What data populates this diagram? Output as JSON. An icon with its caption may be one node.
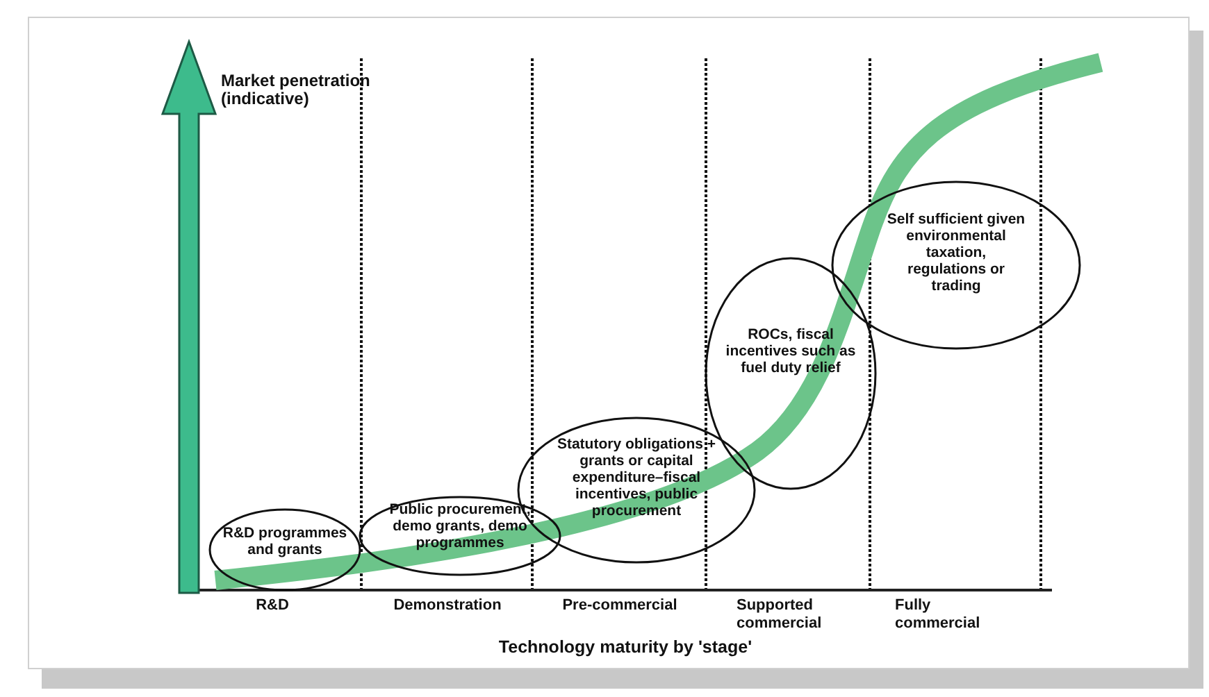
{
  "diagram": {
    "nodes": [
      {
        "text": [
          "R&D programmes and grants"
        ]
      },
      {
        "text": [
          "Public procurement, demo grants, demo programmes"
        ]
      },
      {
        "text": [
          "Statutory obligations + grants or capital expenditure–fiscal incentives, public procurement"
        ]
      },
      {
        "text": [
          "ROCs, fiscal incentives such as fuel duty relief"
        ]
      },
      {
        "text": [
          "Self sufficient given environmental taxation, regulations or trading"
        ]
      }
    ],
    "labels": [
      "Market penetration (indicative)",
      "R&D",
      "Demonstration",
      "Pre-commercial",
      "Supported commercial",
      "Fully commercial",
      "Technology maturity by 'stage'"
    ]
  }
}
